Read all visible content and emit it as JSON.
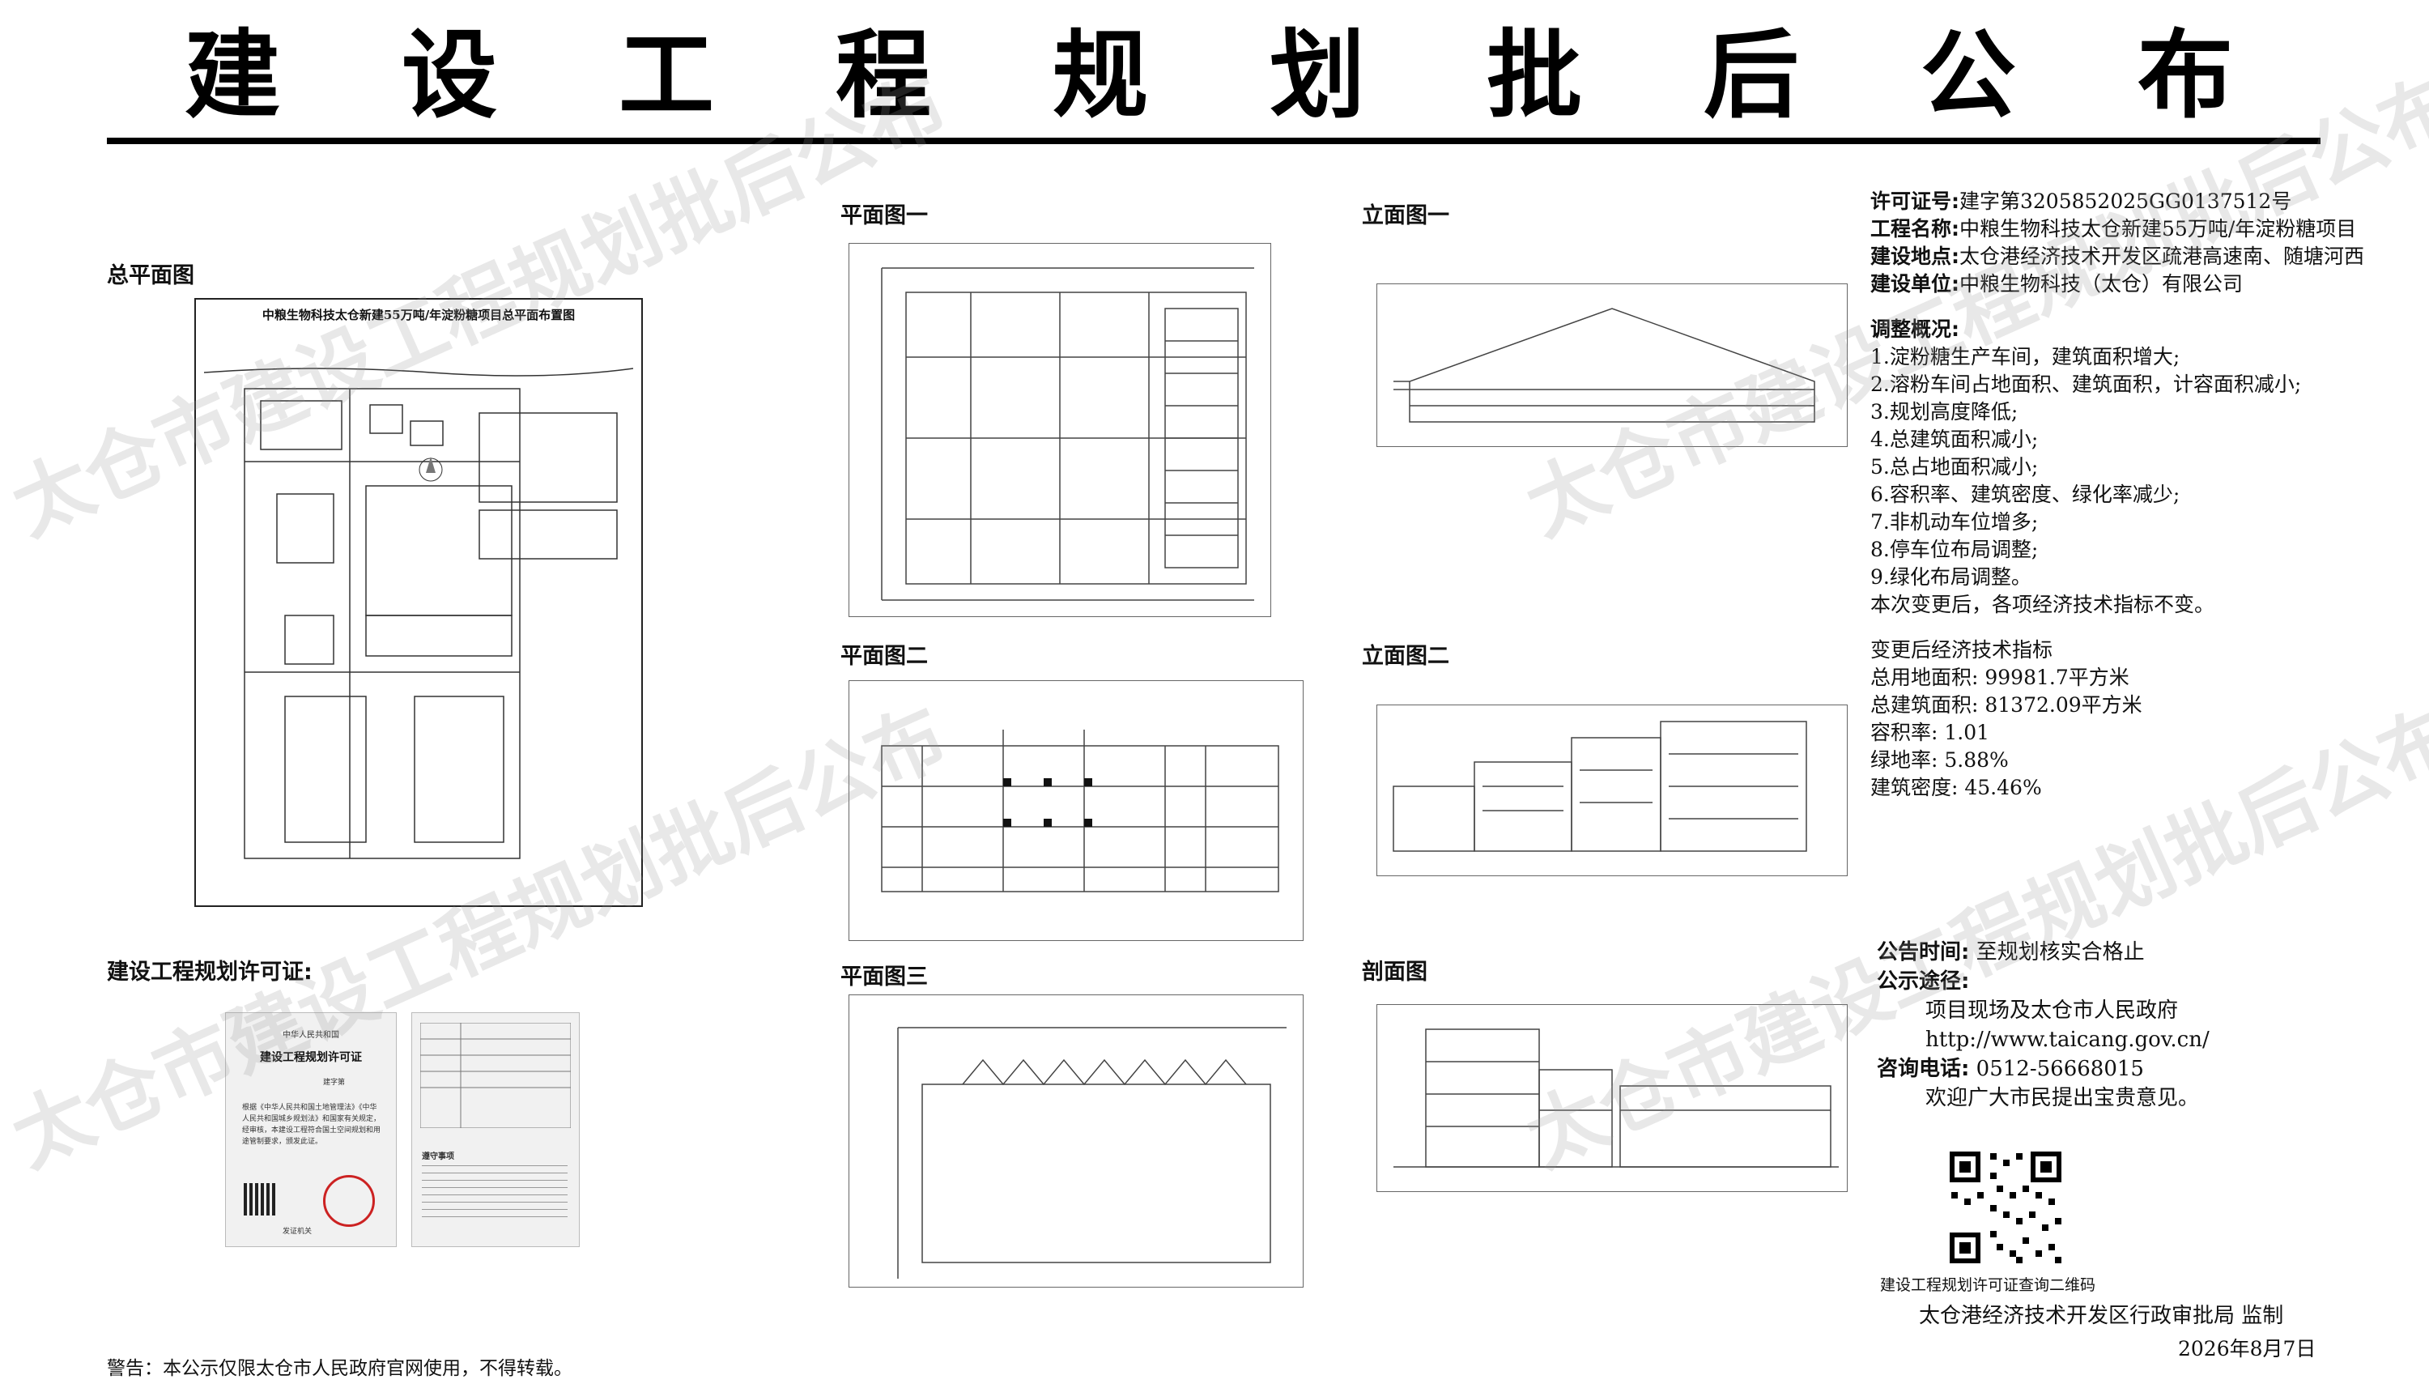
{
  "header": {
    "title_chars": [
      "建",
      "设",
      "工",
      "程",
      "规",
      "划",
      "批",
      "后",
      "公",
      "布"
    ]
  },
  "sections": {
    "site_plan": "总平面图",
    "permit_label": "建设工程规划许可证:",
    "plan1": "平面图一",
    "plan2": "平面图二",
    "plan3": "平面图三",
    "elev1": "立面图一",
    "elev2": "立面图二",
    "section": "剖面图"
  },
  "site_plan_title": "中粮生物科技太仓新建55万吨/年淀粉糖项目总平面布置图",
  "certificate": {
    "country": "中华人民共和国",
    "name": "建设工程规划许可证",
    "number_prefix": "建字第",
    "body": "根据《中华人民共和国土地管理法》《中华人民共和国城乡规划法》和国家有关规定，经审核，本建设工程符合国土空间规划和用途管制要求，颁发此证。",
    "issuer": "发证机关",
    "notice_title": "遵守事项"
  },
  "info": {
    "permit_label": "许可证号:",
    "permit_value": "建字第3205852025GG0137512号",
    "project_label": "工程名称:",
    "project_value": "中粮生物科技太仓新建55万吨/年淀粉糖项目",
    "location_label": "建设地点:",
    "location_value": "太仓港经济技术开发区疏港高速南、随塘河西",
    "unit_label": "建设单位:",
    "unit_value": "中粮生物科技（太仓）有限公司",
    "adjust_title": "调整概况:",
    "adjust_items": [
      "1.淀粉糖生产车间，建筑面积增大;",
      "2.溶粉车间占地面积、建筑面积，计容面积减小;",
      "3.规划高度降低;",
      "4.总建筑面积减小;",
      "5.总占地面积减小;",
      "6.容积率、建筑密度、绿化率减少;",
      "7.非机动车位增多;",
      "8.停车位布局调整;",
      "9.绿化布局调整。",
      "本次变更后，各项经济技术指标不变。"
    ],
    "indicators_title": "变更后经济技术指标",
    "indicators": [
      "总用地面积: 99981.7平方米",
      "总建筑面积: 81372.09平方米",
      "容积率: 1.01",
      "绿地率: 5.88%",
      "建筑密度: 45.46%"
    ]
  },
  "publication": {
    "time_label": "公告时间:",
    "time_value": "至规划核实合格止",
    "channel_label": "公示途径:",
    "channel_value": "项目现场及太仓市人民政府",
    "url": "http://www.taicang.gov.cn/",
    "phone_label": "咨询电话:",
    "phone_value": "0512-56668015",
    "welcome": "欢迎广大市民提出宝贵意见。",
    "qr_caption": "建设工程规划许可证查询二维码",
    "supervisor": "太仓港经济技术开发区行政审批局 监制",
    "date": "2026年8月7日"
  },
  "footer_warning": "警告：本公示仅限太仓市人民政府官网使用，不得转载。",
  "watermark": "太仓市建设工程规划批后公布"
}
